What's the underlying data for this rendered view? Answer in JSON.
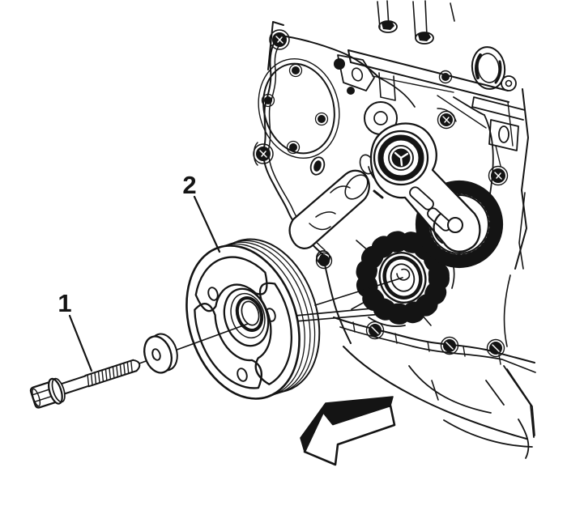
{
  "figure": {
    "background_color": "#ffffff",
    "line_color": "#141414",
    "callouts": [
      {
        "label": "1",
        "target": "balancer-bolt"
      },
      {
        "label": "2",
        "target": "crankshaft-balancer-pulley"
      }
    ],
    "arrow_icon": "direction-arrow-down-left"
  }
}
